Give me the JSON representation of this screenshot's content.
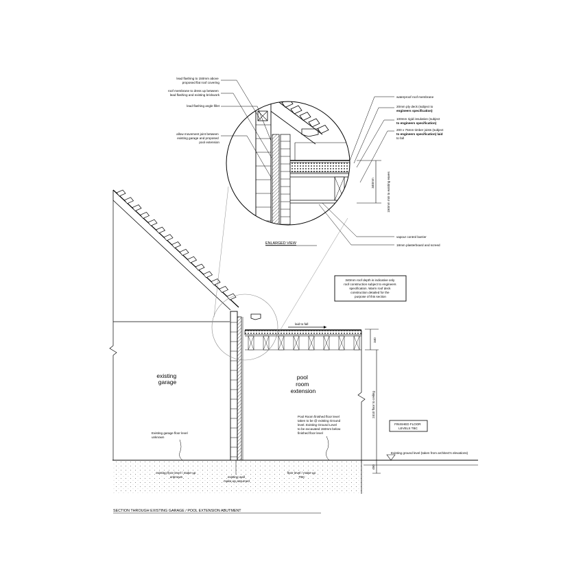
{
  "title": "SECTION THROUGH EXISTING GARAGE / POOL EXTENSION ABUTMENT",
  "enlarged_view_label": "ENLARGED VIEW",
  "left_notes": [
    [
      "lead flashing to 150mm above",
      "proposed flat roof covering"
    ],
    [
      "roof membrane to dress up between",
      "lead flashing and existing brickwork"
    ],
    [
      "lead flashing angle fillet"
    ],
    [
      "allow movement joint between",
      "existing garage and proposed",
      "pool extension"
    ]
  ],
  "right_notes": [
    {
      "lines": [
        "waterproof roof membrane"
      ],
      "bold_suffix": ""
    },
    {
      "lines": [
        "20mm ply deck (subject to",
        "engineers specification)"
      ]
    },
    {
      "lines": [
        "100mm rigid insulation (subject",
        "to engineers specification)"
      ]
    },
    {
      "lines": [
        "200 x 75mm timber joists (subject",
        "to engineers specification) laid",
        "to fall"
      ]
    }
  ],
  "lower_right_notes": [
    "vapour control barrier",
    "18mm plasterboard and screed"
  ],
  "dims": {
    "enlarged_depth": "340mm",
    "enlarged_note": "150mm min to existing eaves",
    "roof_depth": "340",
    "floor_to_ceiling": "2410 floor to ceiling",
    "slab": "450"
  },
  "note_box": [
    "340mm roof depth is indicative only",
    "roof construction subject to engineers",
    "specification. Warm roof deck",
    "construction detailed for the",
    "purpose of this section"
  ],
  "laid_to_fall": "laid to fall",
  "rooms": {
    "garage": [
      "existing",
      "garage"
    ],
    "pool": [
      "pool",
      "room",
      "extension"
    ]
  },
  "garage_floor_note": [
    "Existing garage floor level",
    "unknown"
  ],
  "pool_floor_note": [
    "Pool Room finished floor level",
    "taken to be @ existing Ground",
    "level. Existing Ground Level",
    "to be excavated 150mm below",
    "finished floor level"
  ],
  "finished_floor_box": [
    "FINISHED FLOOR",
    "LEVELS TBC"
  ],
  "ground_level_note": "Existing ground level (taken from architect's elevations)",
  "below_ground": {
    "garage": [
      "existing floor level / make-up",
      "unknown"
    ],
    "wall": [
      "existing wall",
      "make-up assumed"
    ],
    "pool": [
      "floor level / make-up",
      "TBC"
    ]
  }
}
